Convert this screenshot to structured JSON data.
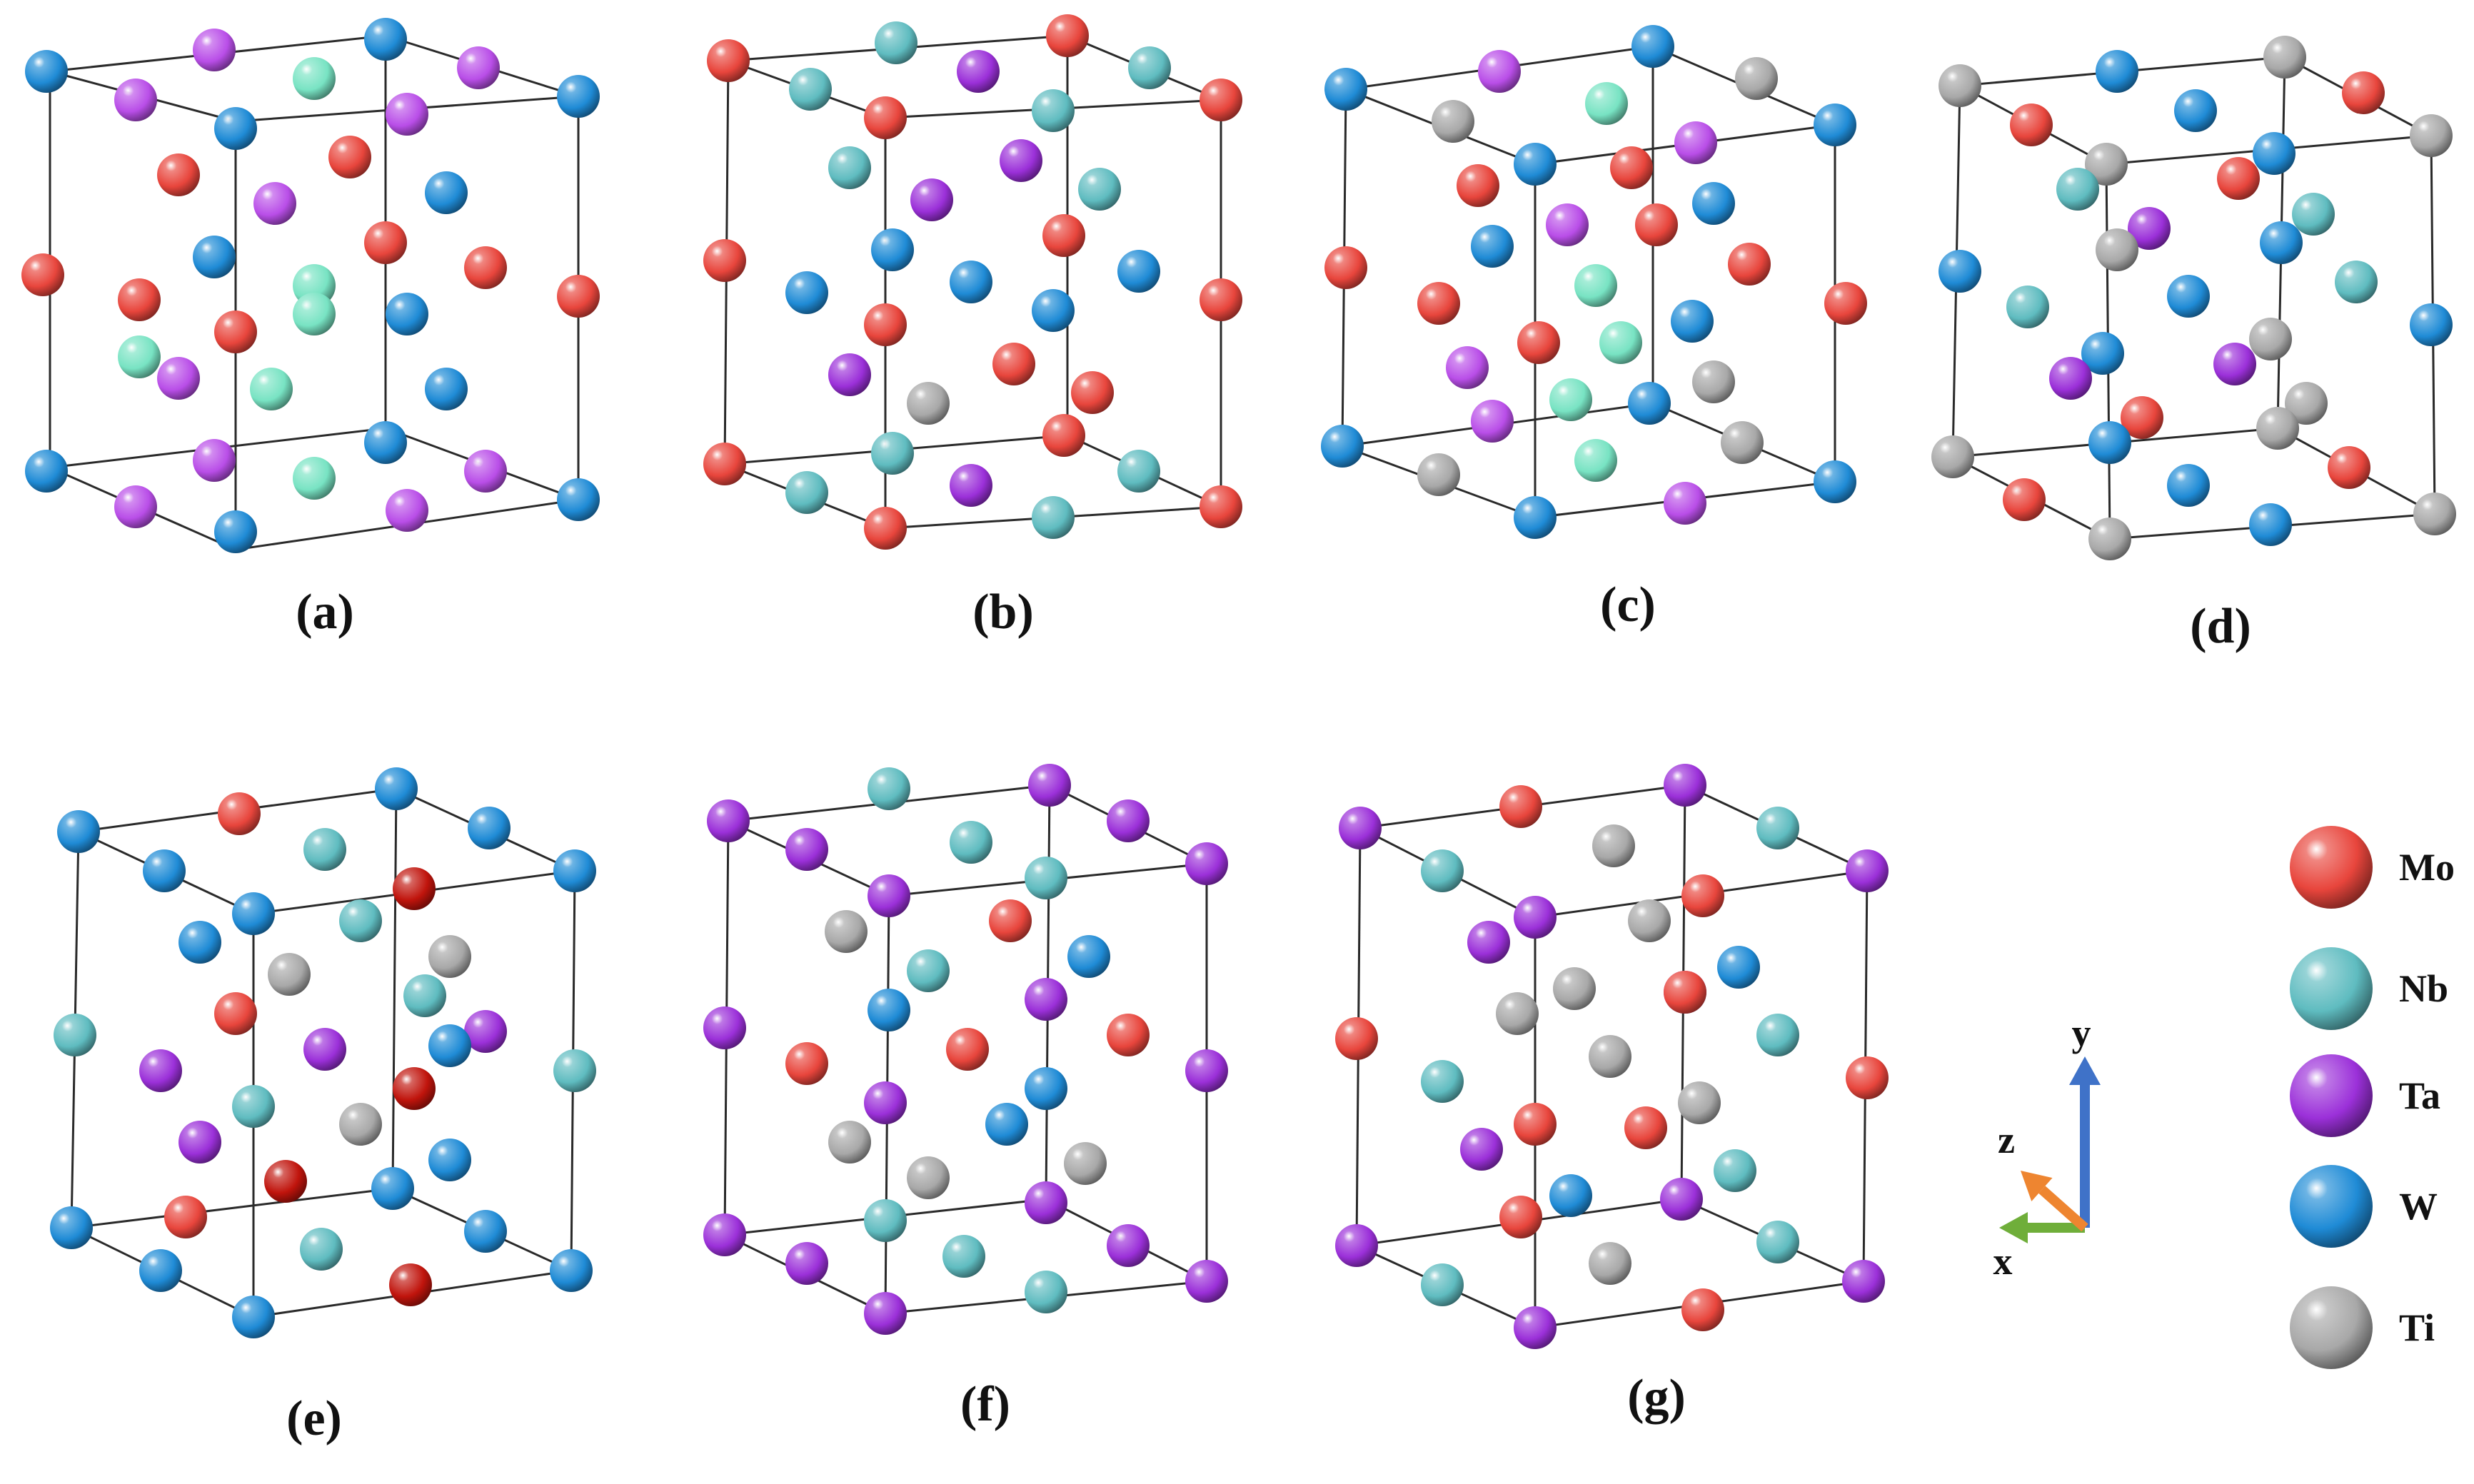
{
  "colors": {
    "Mo": "#e8453c",
    "Mo_dark": "#c0140c",
    "Nb": "#5fbcc0",
    "Ta": "#9b30d9",
    "Ta_light": "#b94ee8",
    "W": "#1f8bd6",
    "Ti": "#a8a8a8",
    "Nb_light": "#78e3c3"
  },
  "panels": [
    {
      "id": "a",
      "label": "(a)"
    },
    {
      "id": "b",
      "label": "(b)"
    },
    {
      "id": "c",
      "label": "(c)"
    },
    {
      "id": "d",
      "label": "(d)"
    },
    {
      "id": "e",
      "label": "(e)"
    },
    {
      "id": "f",
      "label": "(f)"
    },
    {
      "id": "g",
      "label": "(g)"
    }
  ],
  "legend": [
    {
      "element": "Mo",
      "label": "Mo",
      "color_key": "Mo"
    },
    {
      "element": "Nb",
      "label": "Nb",
      "color_key": "Nb"
    },
    {
      "element": "Ta",
      "label": "Ta",
      "color_key": "Ta"
    },
    {
      "element": "W",
      "label": "W",
      "color_key": "W"
    },
    {
      "element": "Ti",
      "label": "Ti",
      "color_key": "Ti"
    }
  ],
  "axes": {
    "y": {
      "label": "y",
      "color": "#3f72c8"
    },
    "z": {
      "label": "z",
      "color": "#ee8530"
    },
    "x": {
      "label": "x",
      "color": "#6fae3a"
    }
  }
}
